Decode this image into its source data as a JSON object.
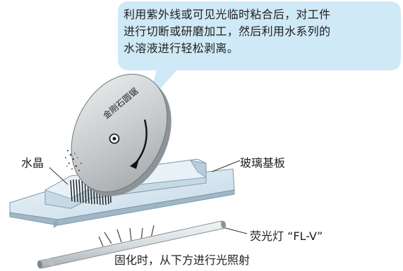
{
  "callout": {
    "lines": [
      "利用紫外线或可见光临时粘合后，对工件",
      "进行切断或研磨加工，然后利用水系列的",
      "水溶液进行轻松剥离。"
    ]
  },
  "labels": {
    "blade": "金刚石圆锯",
    "crystal": "水晶",
    "glass_plate": "玻璃基板",
    "lamp": "荧光灯  “FL-V”",
    "irradiation": "固化时，从下方进行光照射"
  },
  "colors": {
    "bubble": "#cfe9f6",
    "blade_face": "#c9ccce",
    "glass": "#d6e6f0",
    "arrow": "#111111"
  }
}
